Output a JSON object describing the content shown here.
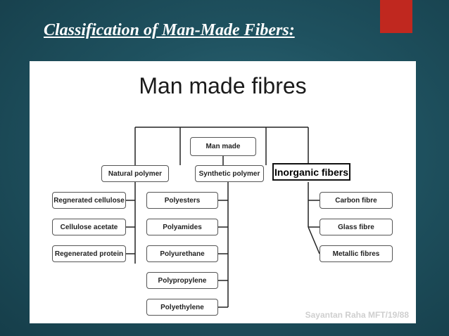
{
  "slide": {
    "title": "Classification of Man-Made Fibers:"
  },
  "diagram": {
    "title": "Man made fibres",
    "root": "Man made",
    "categories": {
      "natural": "Natural polymer",
      "synthetic": "Synthetic polymer",
      "inorganic": "Inorganic fibers"
    },
    "natural_items": [
      "Regnerated cellulose",
      "Cellulose acetate",
      "Regenerated protein"
    ],
    "synthetic_items": [
      "Polyesters",
      "Polyamides",
      "Polyurethane",
      "Polypropylene",
      "Polyethylene"
    ],
    "inorganic_items": [
      "Carbon fibre",
      "Glass fibre",
      "Metallic fibres"
    ],
    "watermark": "Sayantan Raha MFT/19/88"
  },
  "colors": {
    "accent": "#c0281f",
    "background": "#1f5260",
    "panel": "#ffffff"
  }
}
